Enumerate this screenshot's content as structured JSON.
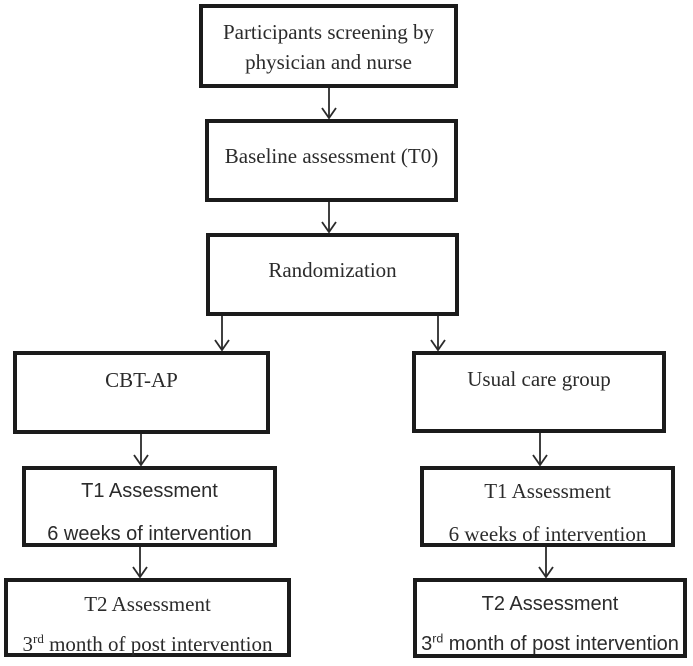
{
  "nodes": {
    "screening": {
      "line1": "Participants screening by",
      "line2": "physician and nurse"
    },
    "baseline": {
      "label": "Baseline assessment (T0)"
    },
    "randomization": {
      "label": "Randomization"
    },
    "cbt_ap": {
      "label": "CBT-AP"
    },
    "usual_care": {
      "label": "Usual care group"
    },
    "t1_left": {
      "line1": "T1 Assessment",
      "line2": "6 weeks of intervention"
    },
    "t1_right": {
      "line1": "T1 Assessment",
      "line2": "6 weeks of intervention"
    },
    "t2_left": {
      "line1": "T2 Assessment",
      "line2_num": "3",
      "line2_sup": "rd",
      "line2_rest": " month of post intervention"
    },
    "t2_right": {
      "line1": "T2 Assessment",
      "line2_num": "3",
      "line2_sup": "rd",
      "line2_rest": " month of post intervention"
    }
  },
  "edges": [
    {
      "from": "screening",
      "to": "baseline"
    },
    {
      "from": "baseline",
      "to": "randomization"
    },
    {
      "from": "randomization",
      "to": "cbt_ap"
    },
    {
      "from": "randomization",
      "to": "usual_care"
    },
    {
      "from": "cbt_ap",
      "to": "t1_left"
    },
    {
      "from": "usual_care",
      "to": "t1_right"
    },
    {
      "from": "t1_left",
      "to": "t2_left"
    },
    {
      "from": "t1_right",
      "to": "t2_right"
    }
  ],
  "colors": {
    "border": "#1b1b1b",
    "text": "#2b2b2b",
    "arrow": "#2b2b2b",
    "background": "#ffffff"
  }
}
